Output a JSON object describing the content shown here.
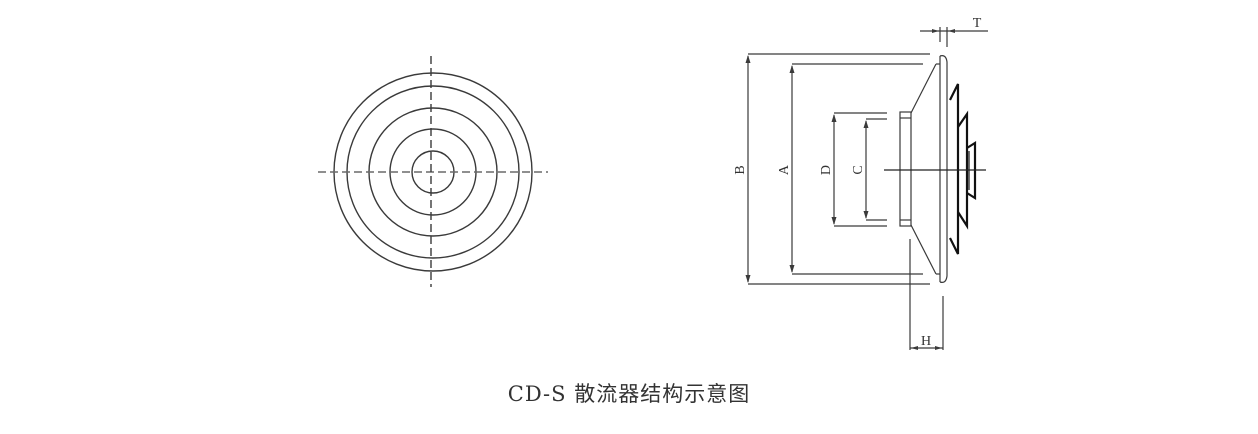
{
  "caption": "CD-S 散流器结构示意图",
  "front_view": {
    "label": "front-view",
    "circle_count": 5
  },
  "side_view": {
    "dimensions": {
      "B": "B",
      "A": "A",
      "D": "D",
      "C": "C",
      "T": "T",
      "H": "H"
    }
  },
  "colors": {
    "line": "#3a3a3a",
    "thick_line": "#111111",
    "background": "#ffffff"
  }
}
